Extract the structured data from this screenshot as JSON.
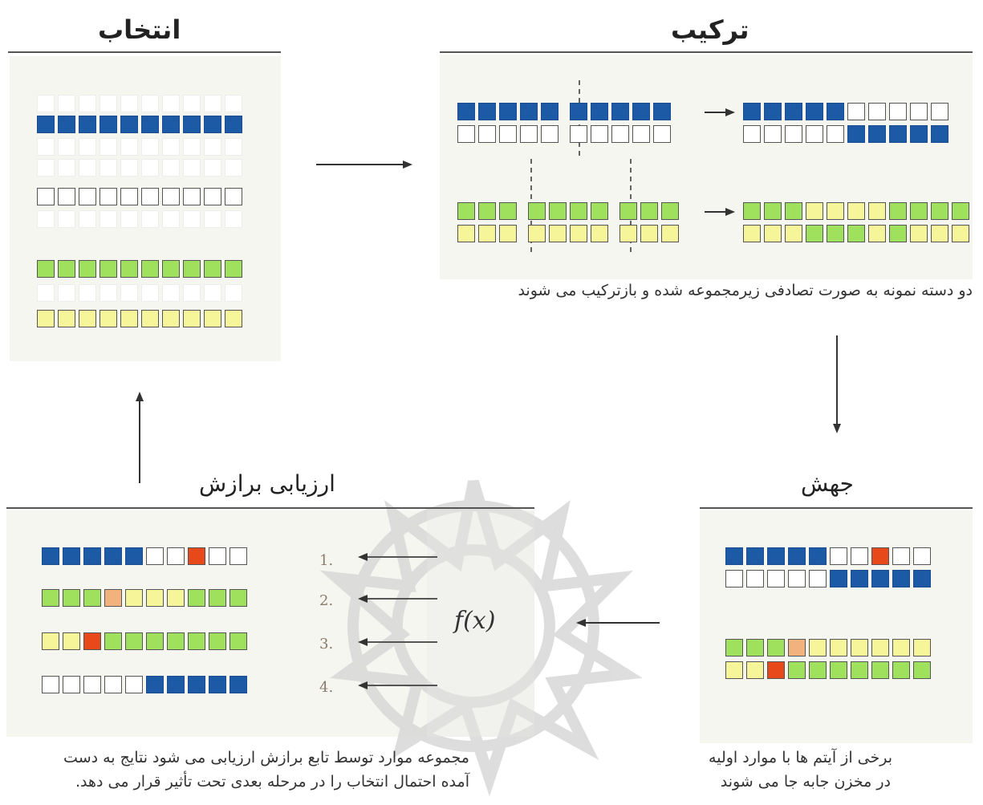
{
  "titles": {
    "selection": "انتخاب",
    "crossover": "ترکیب",
    "mutation": "جهش",
    "fitness": "ارزیابی برازش"
  },
  "captions": {
    "crossover": "دو دسته نمونه به صورت تصادفی زیرمجموعه شده و بازترکیب می شوند",
    "fitness_line1": "مجموعه موارد توسط تابع برازش ارزیابی می شود نتایج به دست",
    "fitness_line2": "آمده احتمال انتخاب را در مرحله بعدی تحت تأثیر قرار می دهد.",
    "mutation_line1": "برخی از آیتم ها با موارد اولیه",
    "mutation_line2": "در مخزن جابه جا می شوند"
  },
  "fitness_function": "f(x)",
  "ranks": [
    "1.",
    "2.",
    "3.",
    "4."
  ],
  "colors": {
    "blue": "#1d5aa6",
    "green": "#9fe05c",
    "yellow": "#f6f59a",
    "red": "#e8491b",
    "orange": "#f2b27e",
    "white": "#ffffff"
  },
  "selection_rows": [
    "ffffffffff",
    "bbbbbbbbbb",
    "ffffffffff",
    "ffffffffff",
    "wwwwwwwwww",
    "ffffffffff",
    "gggggggggg",
    "ffffffffff",
    "yyyyyyyyyy"
  ],
  "crossover_rows": {
    "parents_a": [
      [
        "bbbbb",
        "bbbbb"
      ],
      [
        "wwwww",
        "wwwww"
      ]
    ],
    "children_a": [
      "bbbbbwwwww",
      "wwwwwbbbbb"
    ],
    "parents_b": [
      [
        "ggg",
        "gggg",
        "ggg"
      ],
      [
        "yyy",
        "yyyy",
        "yyy"
      ]
    ],
    "children_b": [
      "gggyyyygggg",
      "yyygggygyyy"
    ]
  },
  "mutation_rows": [
    "bbbbbwwrww",
    "wwwwwbbbbb",
    "gggoyyyyyy",
    "yyrggggggg"
  ],
  "fitness_rows": [
    "bbbbbwwrww",
    "gggoyyyggg",
    "yyrggggggg",
    "wwwwwbbbbb"
  ]
}
